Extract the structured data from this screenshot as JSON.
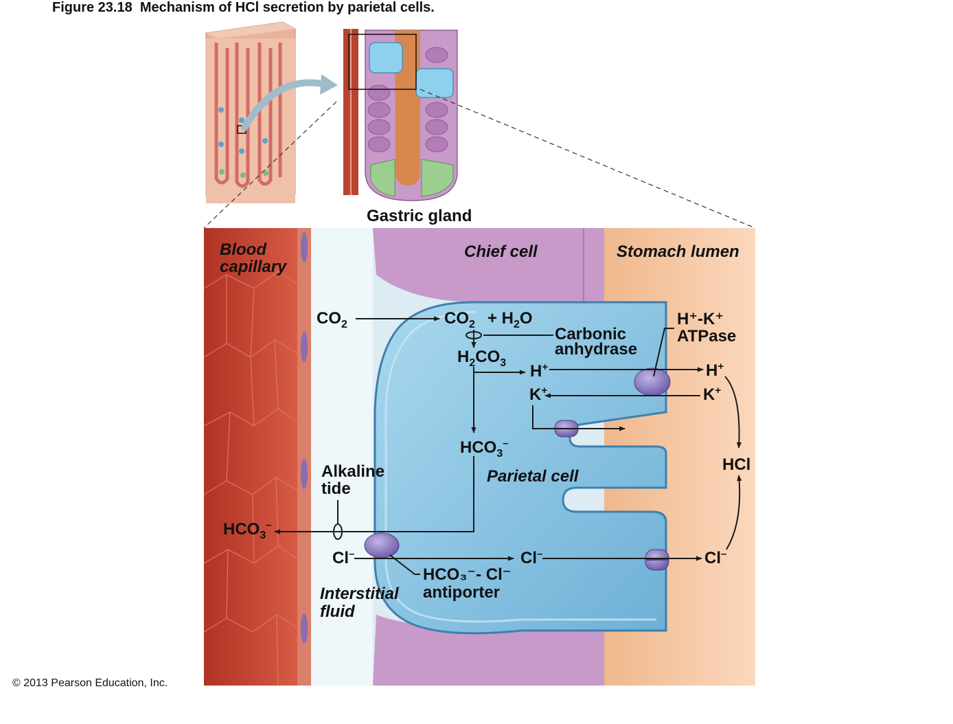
{
  "figure": {
    "title": "Figure 23.18  Mechanism of HCl secretion by parietal cells.",
    "copyright": "© 2013 Pearson Education, Inc."
  },
  "labels": {
    "gastric_gland": "Gastric gland",
    "blood_capillary_1": "Blood",
    "blood_capillary_2": "capillary",
    "chief_cell": "Chief cell",
    "stomach_lumen": "Stomach lumen",
    "parietal_cell": "Parietal cell",
    "interstitial_fluid_1": "Interstitial",
    "interstitial_fluid_2": "fluid",
    "alkaline_tide_1": "Alkaline",
    "alkaline_tide_2": "tide",
    "carbonic_anhydrase_1": "Carbonic",
    "carbonic_anhydrase_2": "anhydrase",
    "atpase_1": "H⁺-K⁺",
    "atpase_2": "ATPase",
    "antiporter_1": "HCO₃⁻- Cl⁻",
    "antiporter_2": "antiporter",
    "hcl": "HCl"
  },
  "chemicals": {
    "co2_interstitial": "CO",
    "co2_cell": "CO",
    "water": "+ H",
    "carbonic_acid_h": "H",
    "carbonic_acid_co": "CO",
    "h_ion_cell": "H",
    "h_ion_lumen": "H",
    "k_ion_cell": "K",
    "k_ion_lumen": "K",
    "bicarbonate_cell": "HCO",
    "bicarbonate_blood": "HCO",
    "cl_interstitial": "Cl",
    "cl_cell": "Cl",
    "cl_lumen": "Cl"
  },
  "colors": {
    "blood": "#c0392b",
    "interstitial": "#dcecf2",
    "chief_cell": "#c79ac9",
    "lumen": "#f6c9a3",
    "parietal_cell": "#8fc6e2",
    "transporter": "#8f7fc0"
  }
}
